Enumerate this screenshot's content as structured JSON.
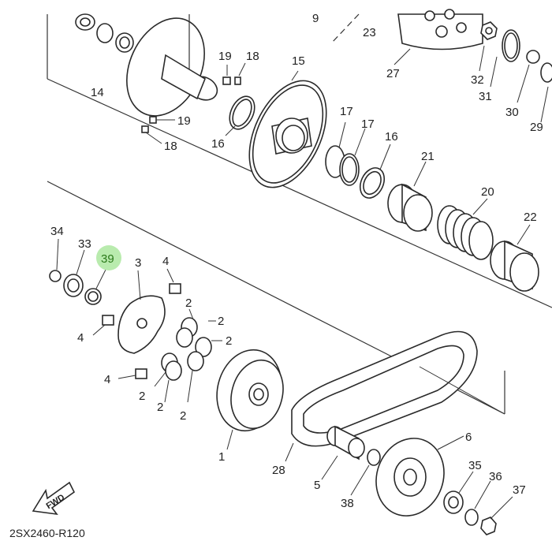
{
  "diagram": {
    "code": "2SX2460-R120",
    "fwd_label": "FWD",
    "highlighted_part": "39",
    "labels": {
      "p1": "1",
      "p2a": "2",
      "p2b": "2",
      "p2c": "2",
      "p2d": "2",
      "p2e": "2",
      "p2f": "2",
      "p3": "3",
      "p4a": "4",
      "p4b": "4",
      "p4c": "4",
      "p5": "5",
      "p6": "6",
      "p9": "9",
      "p14": "14",
      "p15": "15",
      "p16a": "16",
      "p16b": "16",
      "p17a": "17",
      "p17b": "17",
      "p18a": "18",
      "p18b": "18",
      "p19a": "19",
      "p19b": "19",
      "p20": "20",
      "p21": "21",
      "p22": "22",
      "p23": "23",
      "p27": "27",
      "p28": "28",
      "p29": "29",
      "p30": "30",
      "p31": "31",
      "p32": "32",
      "p33": "33",
      "p34": "34",
      "p35": "35",
      "p36": "36",
      "p37": "37",
      "p38": "38",
      "p39": "39"
    }
  }
}
